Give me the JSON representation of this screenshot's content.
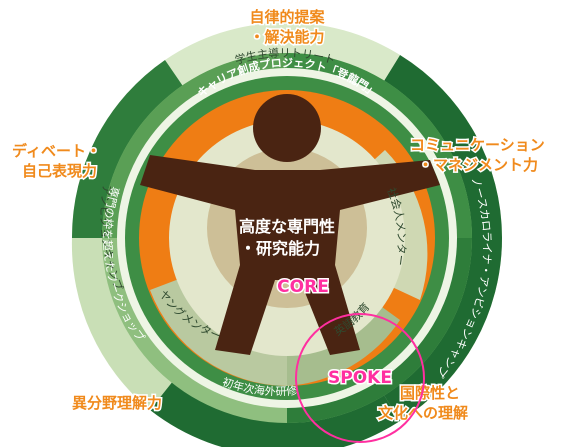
{
  "colors": {
    "dark_green": "#1f6b32",
    "mid_green": "#3e8e45",
    "light_green": "#8fbf7f",
    "pale_green": "#c9dfb6",
    "orange": "#ef7d14",
    "orange_text": "#f08a1c",
    "figure_brown": "#4a2412",
    "center_tan": "#cdbf97",
    "pink": "#ff2fa0"
  },
  "outer_labels": {
    "top_line1": "自律的提案",
    "top_line2": "・解決能力",
    "left_line1": "ディベート・",
    "left_line2": "自己表現力",
    "right_line1": "コミュニケーション",
    "right_line2": "・マネジメント力",
    "bottom_left": "異分野理解力",
    "bottom_right_line1": "国際性と",
    "bottom_right_line2": "文化への理解"
  },
  "ring_labels": {
    "student_retreat": "学生主導リトリート",
    "career_project": "キャリア創成プロジェクト「登龍門」",
    "social_mentor": "社会人メンター",
    "north_carolina": "ノースカロライナ・アンビションキャンプ",
    "ambition_camp": "アンビションキャンプ",
    "beyond_field": "専門の枠を超えたワークショップ",
    "young_mentor": "ヤングメンター",
    "first_year_overseas": "初年次海外研修",
    "english_education": "英語教育"
  },
  "center": {
    "line1": "高度な専門性",
    "line2": "・研究能力"
  },
  "core_label": "CORE",
  "spoke_label": "SPOKE"
}
